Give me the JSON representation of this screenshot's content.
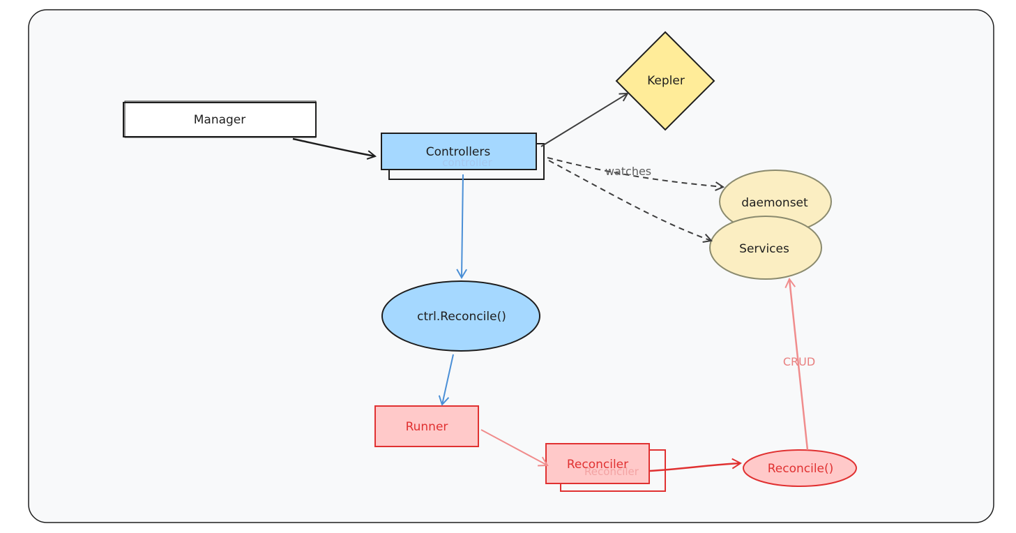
{
  "diagram": {
    "nodes": {
      "manager": {
        "label": "Manager"
      },
      "controllers": {
        "label": "Controllers",
        "ghost_label": "controller"
      },
      "kepler": {
        "label": "Kepler"
      },
      "daemonset": {
        "label": "daemonset"
      },
      "services": {
        "label": "Services"
      },
      "ctrl_reconcile": {
        "label": "ctrl.Reconcile()"
      },
      "runner": {
        "label": "Runner"
      },
      "reconciler": {
        "label": "Reconciler",
        "ghost_label": "Reconciler"
      },
      "reconcile_fn": {
        "label": "Reconcile()"
      }
    },
    "edges": {
      "watches": {
        "label": "watches"
      },
      "crud": {
        "label": "CRUD"
      }
    }
  },
  "colors": {
    "background": "#f8f9fa",
    "stroke": "#1e1e1e",
    "blue_fill": "#a5d8ff",
    "blue_stroke": "#4a8fd6",
    "yellow_fill": "#ffec99",
    "tan_fill": "#fbeec2",
    "tan_stroke": "#8a8a6e",
    "red_fill": "#ffc9c9",
    "red_stroke": "#e03131",
    "edge_red": "#f08c8c"
  }
}
